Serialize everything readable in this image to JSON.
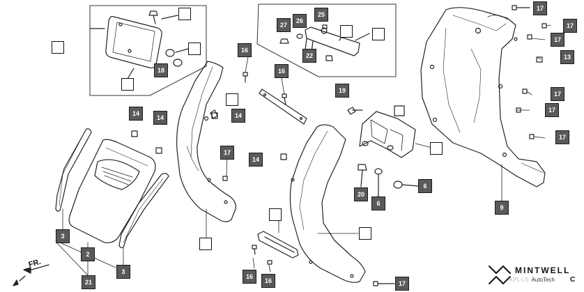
{
  "diagram": {
    "direction_label": "FR.",
    "brand_name": "MINTWELL",
    "brand_sub": "AutoTech",
    "watermark": "KPL-LS",
    "diagram_code": "C",
    "callouts": {
      "part_2": "2",
      "part_3_left": "3",
      "part_3_right": "3",
      "part_6_upper": "6",
      "part_6_lower": "6",
      "part_9": "9",
      "part_13": "13",
      "part_14_a": "14",
      "part_14_b": "14",
      "part_14_c": "14",
      "part_14_d": "14",
      "part_16_a": "16",
      "part_16_b": "16",
      "part_16_c": "16",
      "part_16_d": "16",
      "part_17_a": "17",
      "part_17_b": "17",
      "part_17_c": "17",
      "part_17_d": "17",
      "part_17_e": "17",
      "part_17_f": "17",
      "part_17_g": "17",
      "part_17_h": "17",
      "part_18": "18",
      "part_19": "19",
      "part_20": "20",
      "part_21": "21",
      "part_22": "22",
      "part_25": "25",
      "part_26": "26",
      "part_27": "27"
    }
  }
}
